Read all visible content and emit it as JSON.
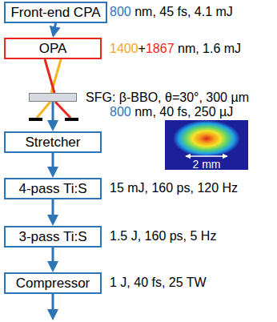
{
  "diagram": {
    "nodes": [
      {
        "text": [
          "Front-end CPA"
        ]
      },
      {
        "text": [
          "OPA"
        ]
      },
      {
        "text": [
          "SFG: β-BBO, θ=30°, 300 µm"
        ]
      },
      {
        "text": [
          "Stretcher"
        ]
      },
      {
        "text": [
          "4-pass Ti:S"
        ]
      },
      {
        "text": [
          "3-pass Ti:S"
        ]
      },
      {
        "text": [
          "Compressor"
        ]
      }
    ],
    "edges": [
      {
        "from": 0,
        "to": 1,
        "arrow": "to"
      },
      {
        "from": 1,
        "to": 2,
        "arrow": "none"
      },
      {
        "from": 1,
        "to": 2,
        "arrow": "none"
      },
      {
        "from": 2,
        "to": 3,
        "arrow": "to"
      },
      {
        "from": 3,
        "to": 4,
        "arrow": "to"
      },
      {
        "from": 4,
        "to": 5,
        "arrow": "to"
      },
      {
        "from": 5,
        "to": 6,
        "arrow": "to"
      }
    ],
    "labels": [
      "800 nm, 45 fs, 4.1 mJ",
      "1400+1867 nm, 1.6 mJ",
      "800 nm, 40 fs, 250 µJ",
      "2 mm",
      "15 mJ, 160 ps, 120 Hz",
      "1.5 J, 160 ps, 5 Hz",
      "1 J, 40 fs, 25 TW"
    ]
  }
}
